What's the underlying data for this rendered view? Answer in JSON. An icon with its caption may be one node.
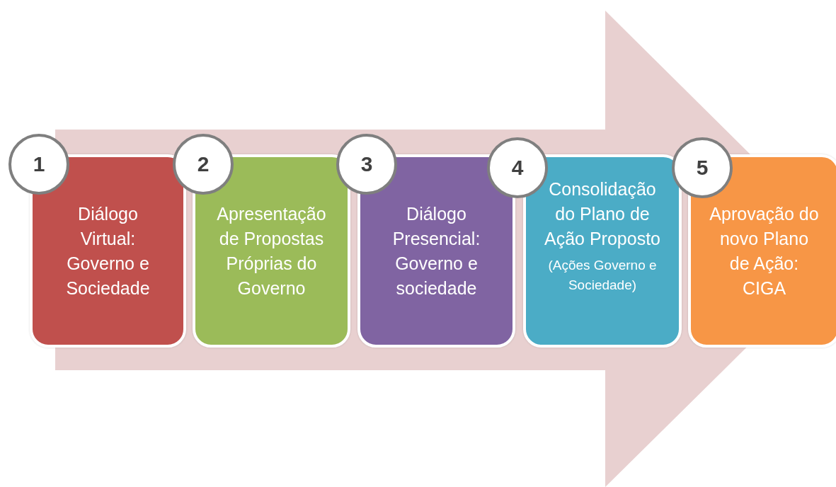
{
  "diagram": {
    "nodes": [
      {
        "text": [
          "1"
        ]
      },
      {
        "text": [
          "Diálogo Virtual: Governo e Sociedade"
        ]
      },
      {
        "text": [
          "2"
        ]
      },
      {
        "text": [
          "Apresentação de Propostas Próprias do Governo"
        ]
      },
      {
        "text": [
          "3"
        ]
      },
      {
        "text": [
          "Diálogo Presencial: Governo e sociedade"
        ]
      },
      {
        "text": [
          "4"
        ]
      },
      {
        "text": [
          "Consolidação do Plano de Ação Proposto",
          "(Ações Governo e Sociedade)"
        ]
      },
      {
        "text": [
          "5"
        ]
      },
      {
        "text": [
          "Aprovação do novo Plano de Ação: CIGA"
        ]
      }
    ],
    "edges": [
      {
        "from": 1,
        "to": 9,
        "arrow": "to"
      }
    ]
  }
}
